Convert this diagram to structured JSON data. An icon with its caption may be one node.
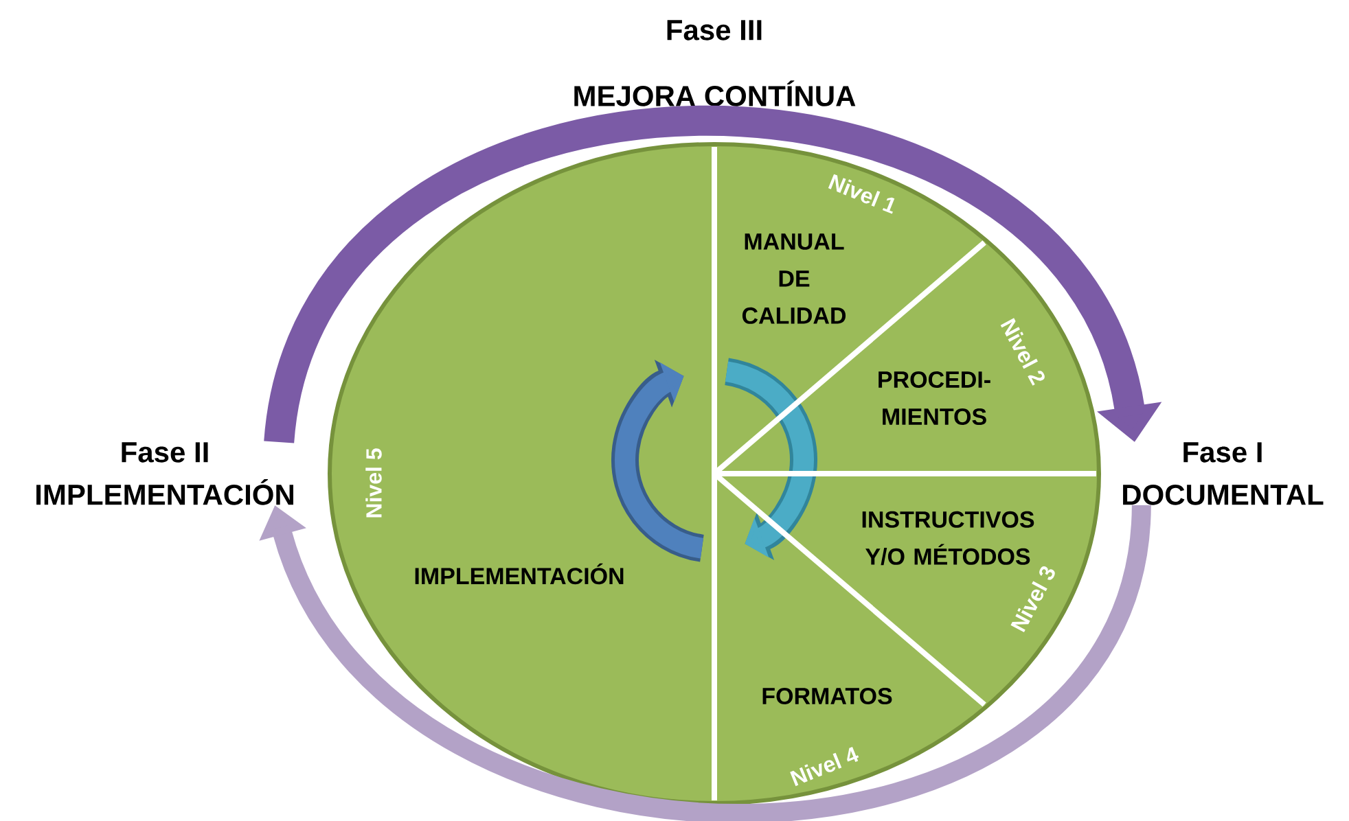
{
  "diagram": {
    "nodes": [
      {
        "text": [
          "Nivel 1",
          "MANUAL DE CALIDAD"
        ]
      },
      {
        "text": [
          "Nivel 2",
          "PROCEDI- MIENTOS"
        ]
      },
      {
        "text": [
          "Nivel 3",
          "INSTRUCTIVOS Y/O MÉTODOS"
        ]
      },
      {
        "text": [
          "Nivel 4",
          "FORMATOS"
        ]
      },
      {
        "text": [
          "Nivel 5",
          "IMPLEMENTACIÓN"
        ]
      },
      {
        "text": [
          "Fase I",
          "DOCUMENTAL"
        ]
      },
      {
        "text": [
          "Fase II",
          "IMPLEMENTACIÓN"
        ]
      },
      {
        "text": [],
        "shape": "circle"
      }
    ],
    "edges": [
      {
        "from": 6,
        "to": 5,
        "arrow": "to",
        "color": "#7b5ba6"
      },
      {
        "from": 5,
        "to": 6,
        "arrow": "to",
        "color": "#b3a2c7"
      }
    ],
    "labels": [
      "Fase III",
      "MEJORA CONTÍNUA"
    ]
  }
}
